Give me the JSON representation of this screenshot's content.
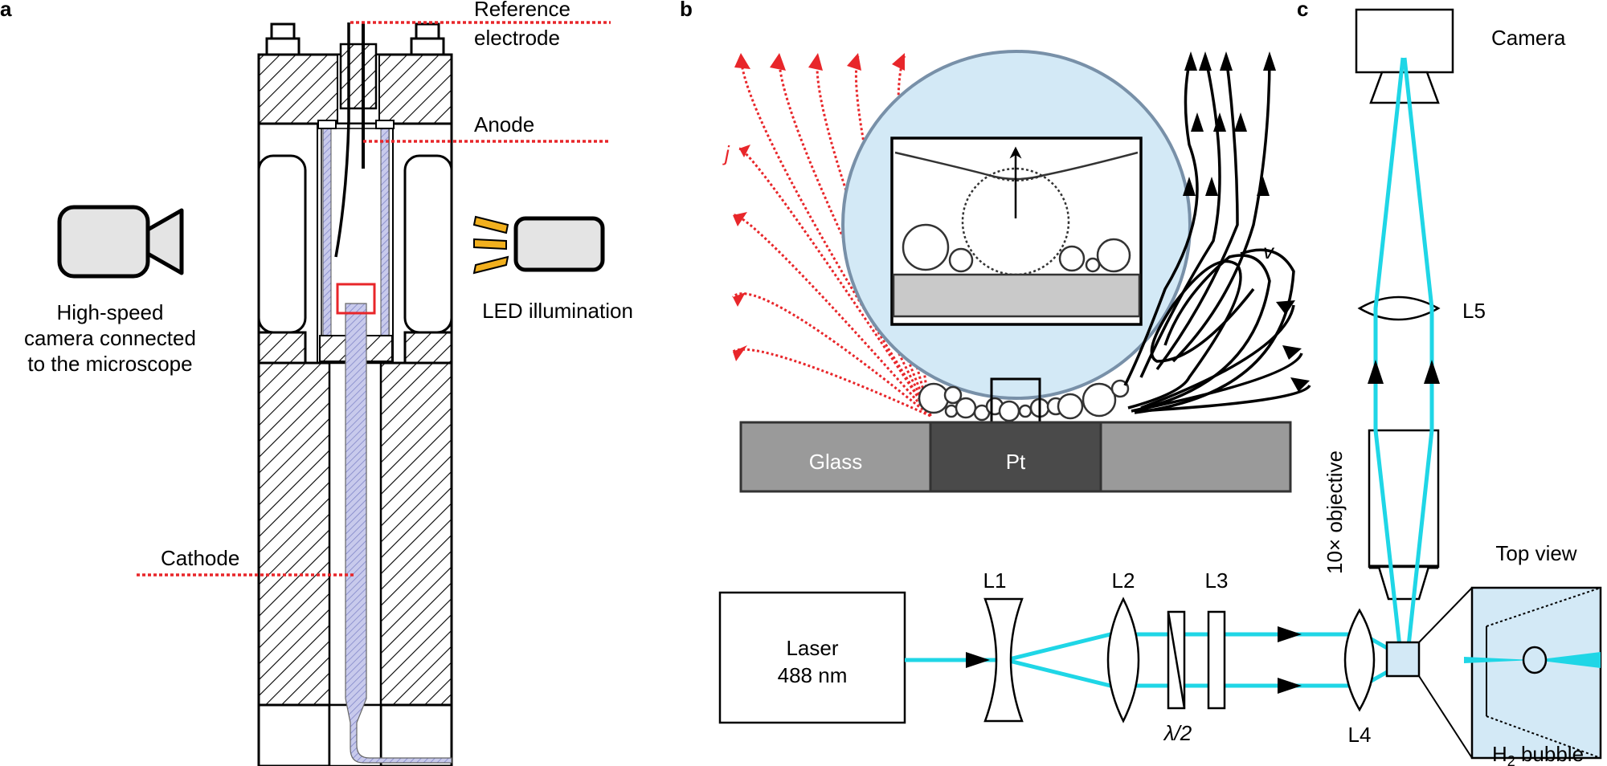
{
  "panels": {
    "a": {
      "letter": "a",
      "reference_electrode_line1": "Reference",
      "reference_electrode_line2": "electrode",
      "anode": "Anode",
      "cathode": "Cathode",
      "camera_line1": "High-speed",
      "camera_line2": "camera connected",
      "camera_line3": "to the microscope",
      "led": "LED illumination"
    },
    "b": {
      "letter": "b",
      "glass": "Glass",
      "pt": "Pt",
      "current_symbol": "j",
      "velocity_symbol": "v"
    },
    "c": {
      "letter": "c",
      "camera": "Camera",
      "l5": "L5",
      "objective": "10× objective",
      "top_view": "Top view",
      "laser_line1": "Laser",
      "laser_line2": "488 nm",
      "l1": "L1",
      "l2": "L2",
      "l3": "L3",
      "l4": "L4",
      "half_wave": "λ/2",
      "bubble_label": "H",
      "bubble_sub": "2",
      "bubble_rest": " bubble"
    }
  },
  "colors": {
    "red_guide": "#e8262a",
    "laser_beam": "#1fd6e6",
    "bubble_fill": "#d3e9f6",
    "bubble_edge": "#7890a8",
    "electrode_blue": "#8b8fcf",
    "led_amber": "#f2b01e",
    "camera_gray": "#e4e4e4",
    "glass_gray": "#9a9a9a",
    "pt_dark": "#4a4a4a"
  }
}
